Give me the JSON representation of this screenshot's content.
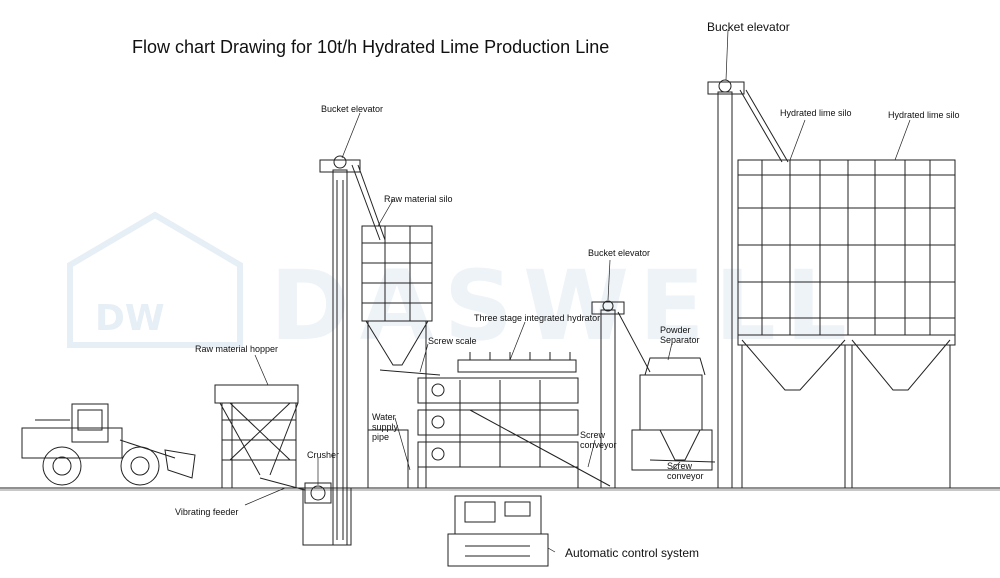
{
  "title": "Flow chart Drawing for 10t/h Hydrated Lime Production Line",
  "watermark": {
    "logo_text": "DW",
    "brand": "DASWELL"
  },
  "labels": {
    "bucket_elevator_1": "Bucket elevator",
    "raw_material_silo": "Raw material silo",
    "raw_material_hopper": "Raw material hopper",
    "screw_scale": "Screw scale",
    "three_stage_hydrator": "Three stage integrated hydrator",
    "water_supply_pipe": "Water\nsupply\npipe",
    "crusher": "Crusher",
    "vibrating_feeder": "Vibrating feeder",
    "bucket_elevator_2": "Bucket elevator",
    "powder_separator": "Powder\nSeparator",
    "screw_conveyor_1": "Screw\nconveyor",
    "screw_conveyor_2": "Screw\nconveyor",
    "bucket_elevator_3": "Bucket elevator",
    "hydrated_lime_silo_1": "Hydrated lime silo",
    "hydrated_lime_silo_2": "Hydrated lime silo",
    "automatic_control_system": "Automatic control system"
  },
  "colors": {
    "line": "#222222",
    "watermark": "#e9f0f7"
  }
}
